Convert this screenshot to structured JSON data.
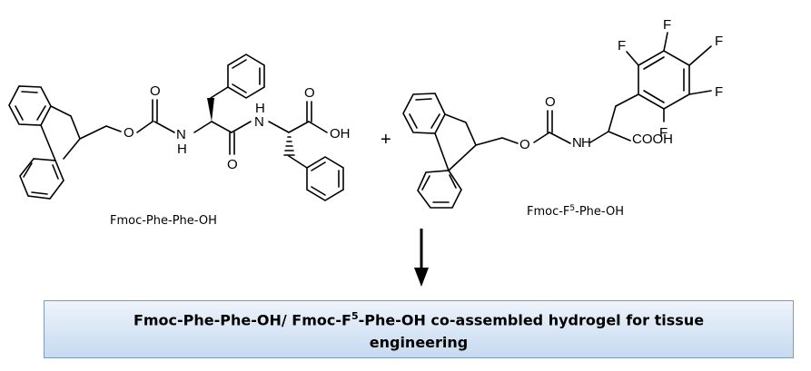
{
  "molecule_left": {
    "caption_main": "Fmoc-Phe-Phe-OH",
    "atoms": {
      "o_ester": "O",
      "o_carbonyl1": "O",
      "n1": "N",
      "h1": "H",
      "o_amide": "O",
      "n2": "N",
      "h2": "H",
      "o_acid": "O",
      "oh": "OH"
    }
  },
  "plus_sign": "+",
  "molecule_right": {
    "caption_pre": "Fmoc-F",
    "caption_sup": "5",
    "caption_post": "-Phe-OH",
    "atoms": {
      "o_ester": "O",
      "o_carbonyl": "O",
      "n": "N",
      "h": "H",
      "cooh": "COOH",
      "f1": "F",
      "f2": "F",
      "f3": "F",
      "f4": "F",
      "f5": "F"
    }
  },
  "result": {
    "text_pre": "Fmoc-Phe-Phe-OH/ Fmoc-F",
    "text_sup": "5",
    "text_post": "-Phe-OH co-assembled hydrogel for tissue engineering"
  }
}
